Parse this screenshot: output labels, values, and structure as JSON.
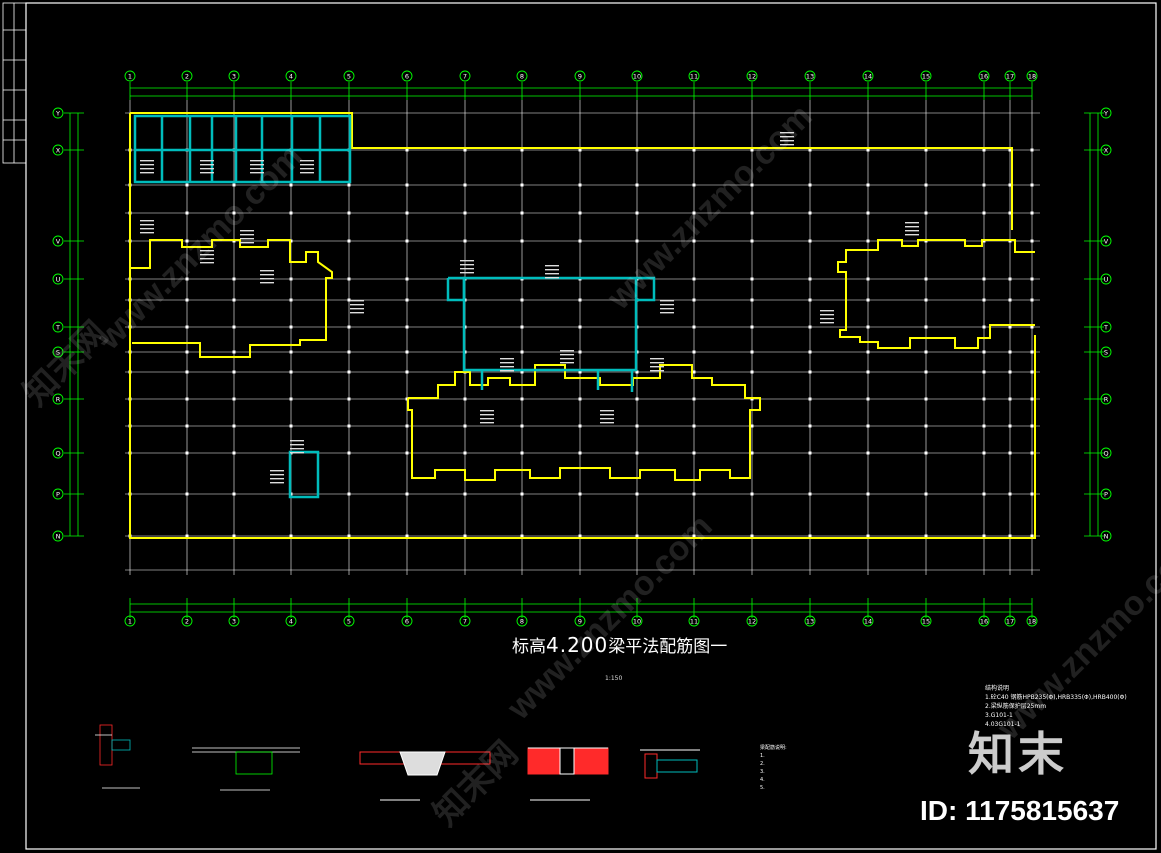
{
  "drawing": {
    "title_prefix": "标高",
    "title_number": "4.200",
    "title_suffix": "梁平法配筋图一",
    "scale": "1:150"
  },
  "grid": {
    "column_labels": [
      "1",
      "2",
      "3",
      "4",
      "5",
      "6",
      "7",
      "8",
      "9",
      "10",
      "11",
      "12",
      "13",
      "14",
      "15",
      "16",
      "17",
      "18"
    ],
    "row_labels": [
      "Y",
      "X",
      "V",
      "U",
      "T",
      "S",
      "R",
      "Q",
      "P",
      "N"
    ]
  },
  "notes": {
    "lines": [
      "结构说明",
      "1.砼C40 钢筋HPB235(Φ),HRB335(Φ),HRB400(Φ)",
      "2.梁纵筋保护层25mm",
      "3.G101-1",
      "4.03G101-1"
    ]
  },
  "notes2": {
    "lines": [
      "梁配筋说明:",
      "1.",
      "2.",
      "3.",
      "4.",
      "5."
    ]
  },
  "branding": {
    "logo": "知末",
    "id_label": "ID: 1175815637",
    "watermark": "www.znzmo.com",
    "watermark_cn": "知末网"
  },
  "colors": {
    "background": "#000000",
    "wall": "#ffff00",
    "grid": "#ffffff",
    "axis": "#00ff00",
    "beam": "#00bcbc",
    "red": "#ff2a2a"
  }
}
